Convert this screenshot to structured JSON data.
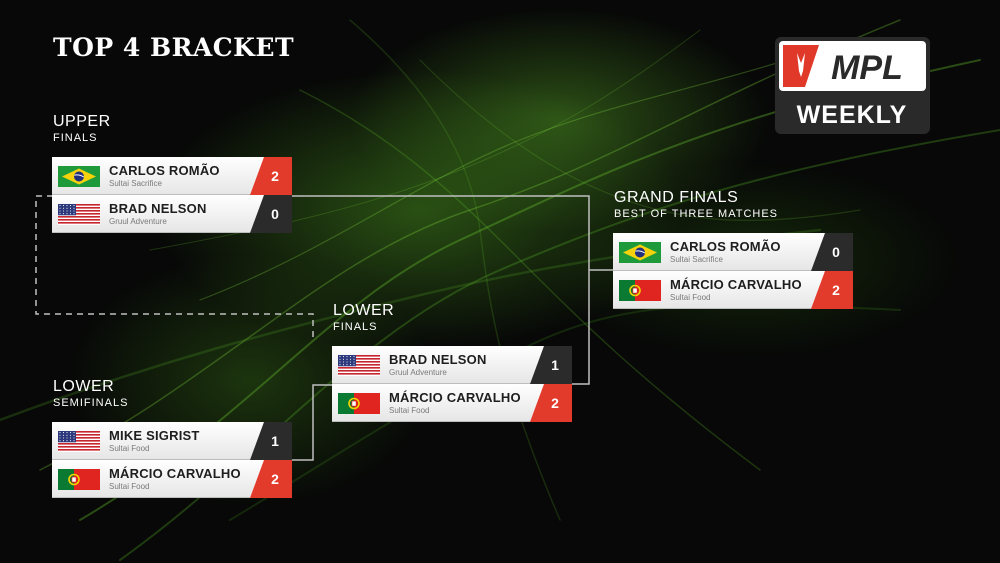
{
  "page_title": "TOP 4 BRACKET",
  "logo": {
    "top": "MPL",
    "bottom": "WEEKLY"
  },
  "sections": {
    "upper": {
      "main": "UPPER",
      "sub": "FINALS"
    },
    "lower_semis": {
      "main": "LOWER",
      "sub": "SEMIFINALS"
    },
    "lower_finals": {
      "main": "LOWER",
      "sub": "FINALS"
    },
    "grand_finals": {
      "main": "GRAND FINALS",
      "sub": "BEST OF THREE MATCHES"
    }
  },
  "matches": {
    "upper_finals": [
      {
        "name": "CARLOS ROMÃO",
        "deck": "Sultai Sacrifice",
        "score": "2",
        "flag": "brazil",
        "result": "win"
      },
      {
        "name": "BRAD NELSON",
        "deck": "Gruul Adventure",
        "score": "0",
        "flag": "usa",
        "result": "loss"
      }
    ],
    "lower_semifinals": [
      {
        "name": "MIKE SIGRIST",
        "deck": "Sultai Food",
        "score": "1",
        "flag": "usa",
        "result": "loss"
      },
      {
        "name": "MÁRCIO CARVALHO",
        "deck": "Sultai Food",
        "score": "2",
        "flag": "portugal",
        "result": "win"
      }
    ],
    "lower_finals": [
      {
        "name": "BRAD NELSON",
        "deck": "Gruul Adventure",
        "score": "1",
        "flag": "usa",
        "result": "loss"
      },
      {
        "name": "MÁRCIO CARVALHO",
        "deck": "Sultai Food",
        "score": "2",
        "flag": "portugal",
        "result": "win"
      }
    ],
    "grand_finals": [
      {
        "name": "CARLOS ROMÃO",
        "deck": "Sultai Sacrifice",
        "score": "0",
        "flag": "brazil",
        "result": "loss"
      },
      {
        "name": "MÁRCIO CARVALHO",
        "deck": "Sultai Food",
        "score": "2",
        "flag": "portugal",
        "result": "win"
      }
    ]
  },
  "colors": {
    "win_score": "#e23a2b",
    "loss_score": "#2b2b2b",
    "logo_red": "#e0392a",
    "connector": "#bfbfbf"
  }
}
